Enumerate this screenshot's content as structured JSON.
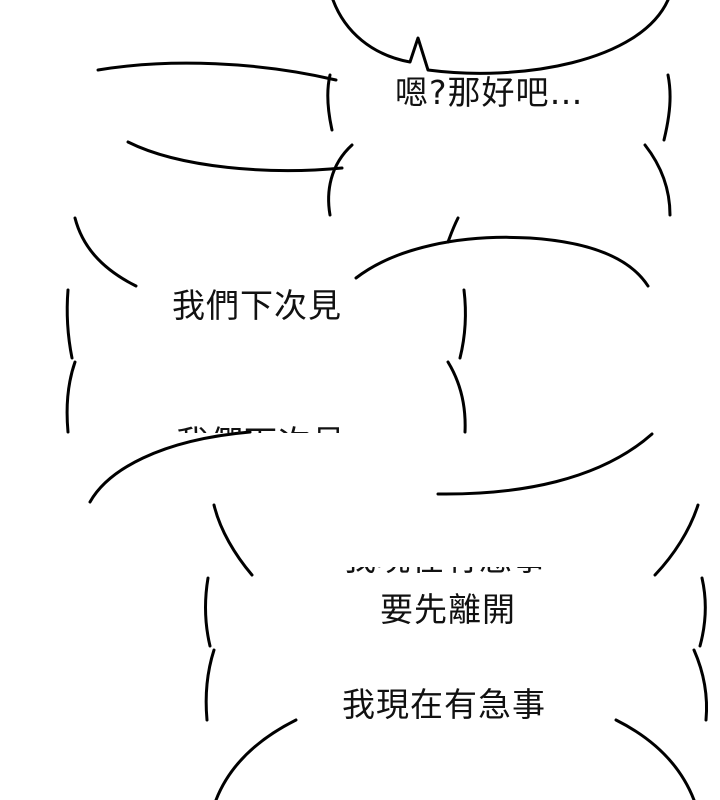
{
  "panels": [
    {
      "id": "panel-1",
      "bubbles": [
        {
          "id": "bubble-a",
          "text": ""
        },
        {
          "id": "bubble-b",
          "text": "嗯?那好吧…"
        }
      ]
    },
    {
      "id": "panel-2",
      "bubbles": [
        {
          "id": "bubble-c",
          "text": "我們下次見"
        }
      ]
    },
    {
      "id": "panel-3",
      "bubbles": [
        {
          "id": "bubble-d",
          "text": "要先離開"
        },
        {
          "id": "bubble-e",
          "text": "我現在有急事"
        }
      ]
    }
  ],
  "colors": {
    "background": "#ffffff",
    "ink": "#000000"
  }
}
